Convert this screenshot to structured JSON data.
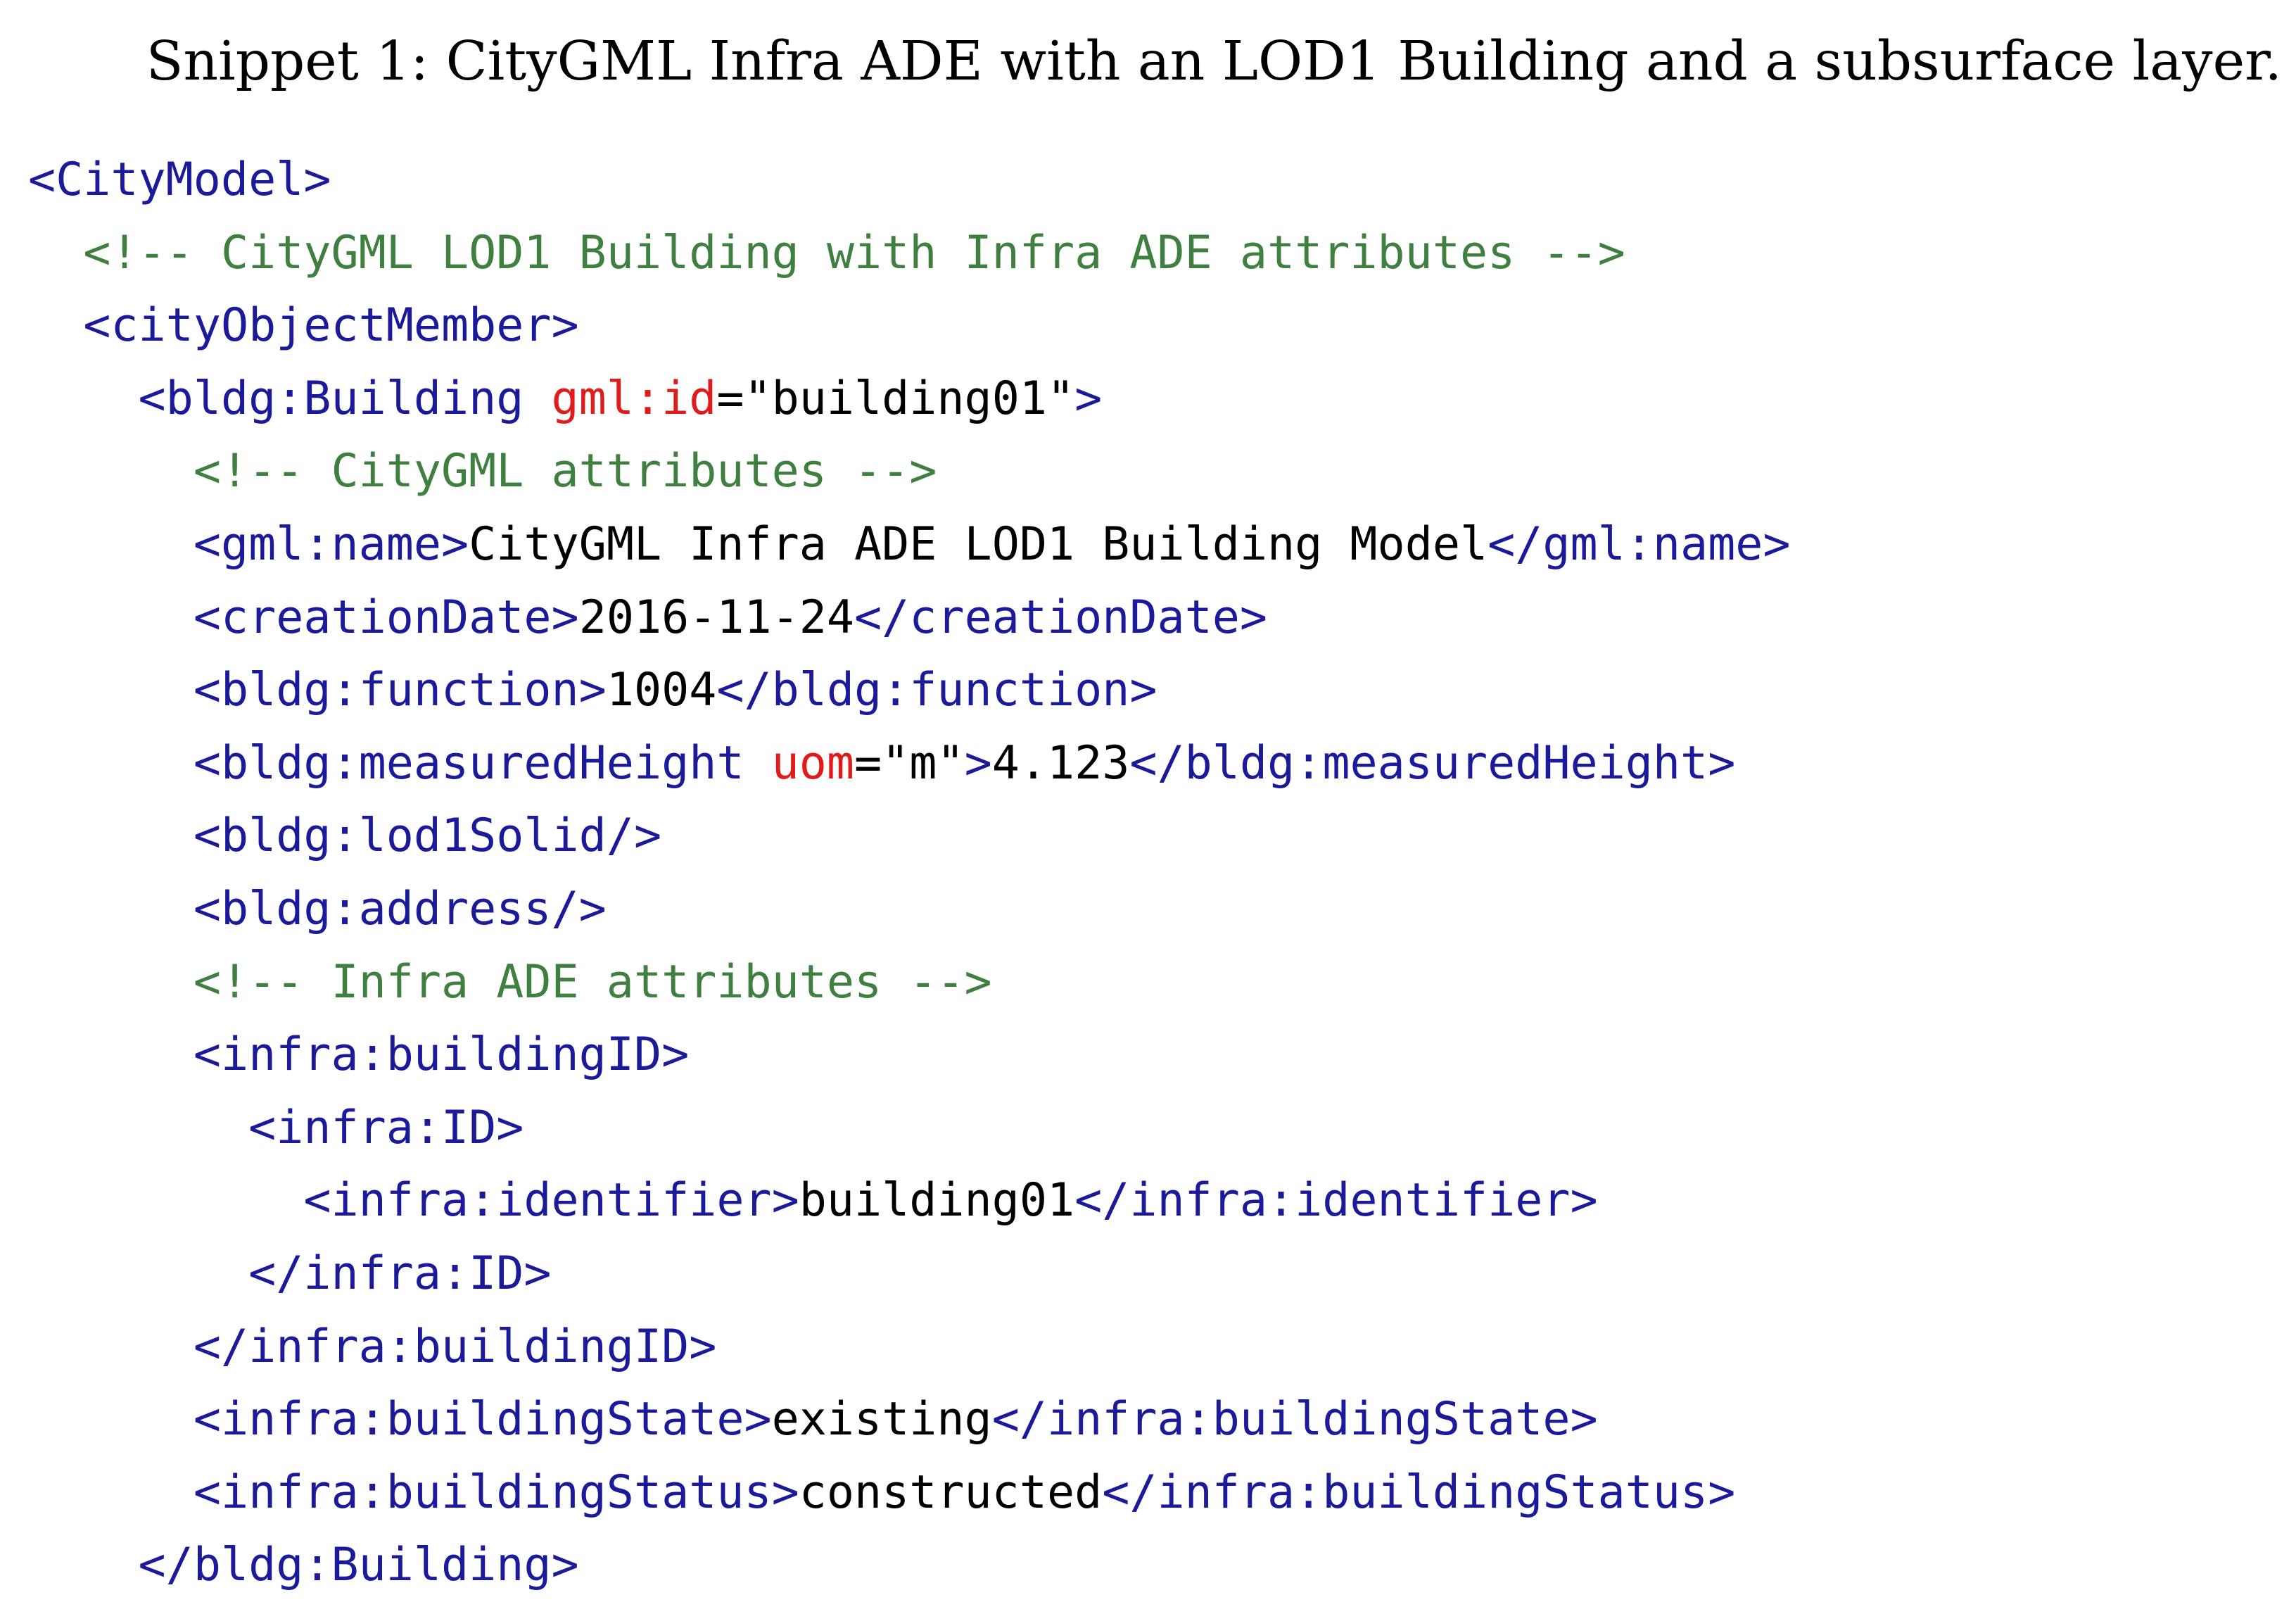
{
  "caption": "Snippet 1: CityGML Infra ADE with an LOD1 Building and a subsurface layer.",
  "colors": {
    "tag": "#1a1a9a",
    "comment": "#3f7f3f",
    "attribute": "#e01b1b",
    "text": "#000000"
  },
  "code_lines": [
    {
      "indent": 0,
      "tokens": [
        {
          "type": "tag",
          "text": "<CityModel>"
        }
      ]
    },
    {
      "indent": 1,
      "tokens": [
        {
          "type": "comment",
          "text": "<!-- CityGML LOD1 Building with Infra ADE attributes -->"
        }
      ]
    },
    {
      "indent": 1,
      "tokens": [
        {
          "type": "tag",
          "text": "<cityObjectMember>"
        }
      ]
    },
    {
      "indent": 2,
      "tokens": [
        {
          "type": "tag",
          "text": "<bldg:Building "
        },
        {
          "type": "attr",
          "text": "gml:id"
        },
        {
          "type": "text",
          "text": "=\"building01\""
        },
        {
          "type": "tag",
          "text": ">"
        }
      ]
    },
    {
      "indent": 3,
      "tokens": [
        {
          "type": "comment",
          "text": "<!-- CityGML attributes -->"
        }
      ]
    },
    {
      "indent": 3,
      "tokens": [
        {
          "type": "tag",
          "text": "<gml:name>"
        },
        {
          "type": "text",
          "text": "CityGML Infra ADE LOD1 Building Model"
        },
        {
          "type": "tag",
          "text": "</gml:name>"
        }
      ]
    },
    {
      "indent": 3,
      "tokens": [
        {
          "type": "tag",
          "text": "<creationDate>"
        },
        {
          "type": "text",
          "text": "2016-11-24"
        },
        {
          "type": "tag",
          "text": "</creationDate>"
        }
      ]
    },
    {
      "indent": 3,
      "tokens": [
        {
          "type": "tag",
          "text": "<bldg:function>"
        },
        {
          "type": "text",
          "text": "1004"
        },
        {
          "type": "tag",
          "text": "</bldg:function>"
        }
      ]
    },
    {
      "indent": 3,
      "tokens": [
        {
          "type": "tag",
          "text": "<bldg:measuredHeight "
        },
        {
          "type": "attr",
          "text": "uom"
        },
        {
          "type": "text",
          "text": "=\"m\""
        },
        {
          "type": "tag",
          "text": ">"
        },
        {
          "type": "text",
          "text": "4.123"
        },
        {
          "type": "tag",
          "text": "</bldg:measuredHeight>"
        }
      ]
    },
    {
      "indent": 3,
      "tokens": [
        {
          "type": "tag",
          "text": "<bldg:lod1Solid/>"
        }
      ]
    },
    {
      "indent": 3,
      "tokens": [
        {
          "type": "tag",
          "text": "<bldg:address/>"
        }
      ]
    },
    {
      "indent": 3,
      "tokens": [
        {
          "type": "comment",
          "text": "<!-- Infra ADE attributes -->"
        }
      ]
    },
    {
      "indent": 3,
      "tokens": [
        {
          "type": "tag",
          "text": "<infra:buildingID>"
        }
      ]
    },
    {
      "indent": 4,
      "tokens": [
        {
          "type": "tag",
          "text": "<infra:ID>"
        }
      ]
    },
    {
      "indent": 5,
      "tokens": [
        {
          "type": "tag",
          "text": "<infra:identifier>"
        },
        {
          "type": "text",
          "text": "building01"
        },
        {
          "type": "tag",
          "text": "</infra:identifier>"
        }
      ]
    },
    {
      "indent": 4,
      "tokens": [
        {
          "type": "tag",
          "text": "</infra:ID>"
        }
      ]
    },
    {
      "indent": 3,
      "tokens": [
        {
          "type": "tag",
          "text": "</infra:buildingID>"
        }
      ]
    },
    {
      "indent": 3,
      "tokens": [
        {
          "type": "tag",
          "text": "<infra:buildingState>"
        },
        {
          "type": "text",
          "text": "existing"
        },
        {
          "type": "tag",
          "text": "</infra:buildingState>"
        }
      ]
    },
    {
      "indent": 3,
      "tokens": [
        {
          "type": "tag",
          "text": "<infra:buildingStatus>"
        },
        {
          "type": "text",
          "text": "constructed"
        },
        {
          "type": "tag",
          "text": "</infra:buildingStatus>"
        }
      ]
    },
    {
      "indent": 2,
      "tokens": [
        {
          "type": "tag",
          "text": "</bldg:Building>"
        }
      ]
    }
  ]
}
